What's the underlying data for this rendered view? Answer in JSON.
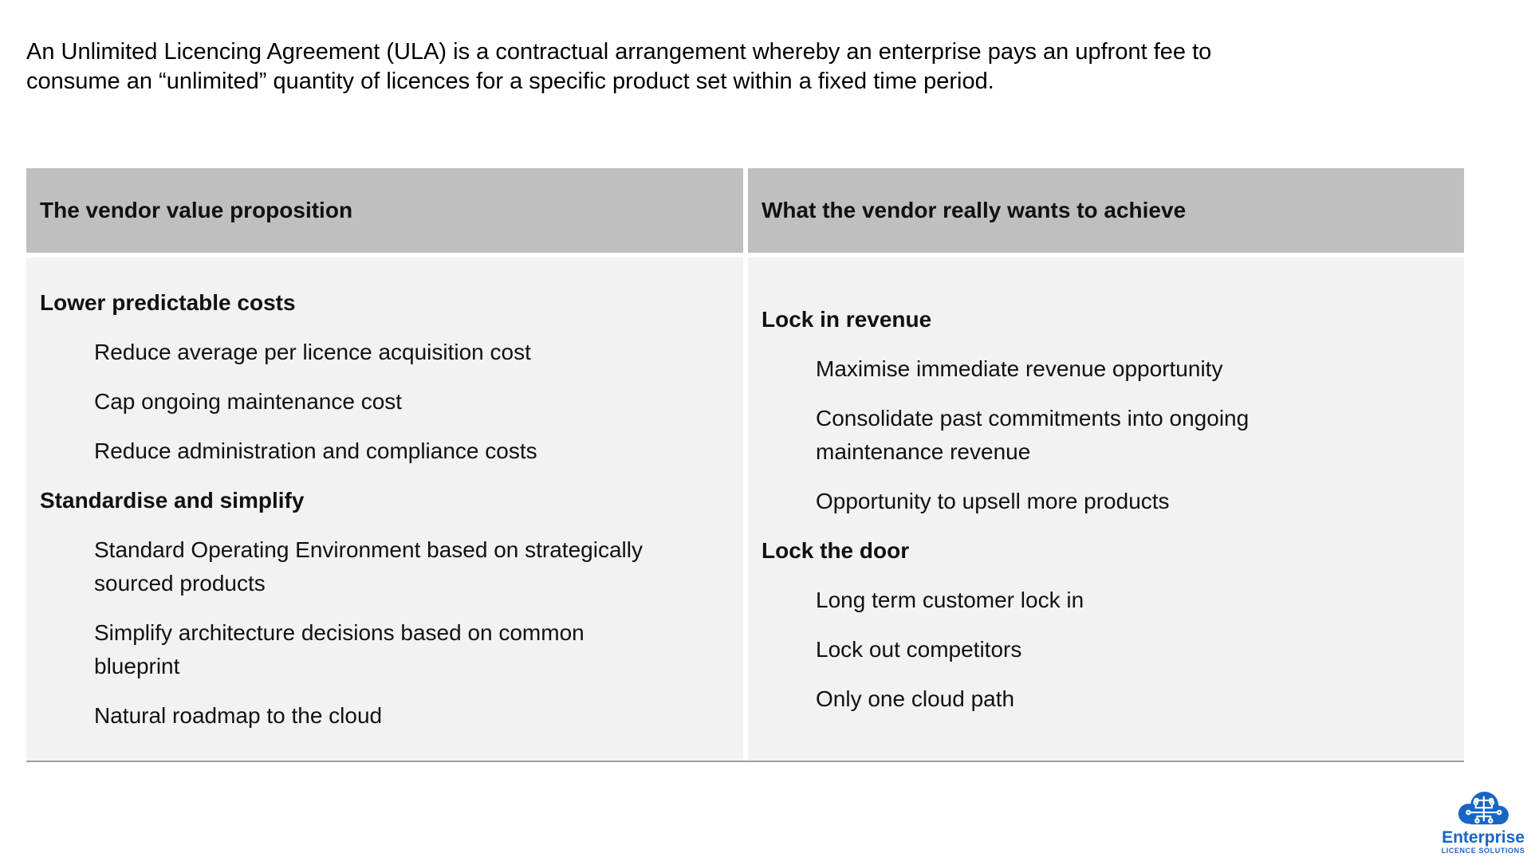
{
  "intro": {
    "line1": "An Unlimited Licencing Agreement (ULA) is a contractual arrangement whereby an enterprise pays an upfront fee to",
    "line2": "consume an “unlimited” quantity of licences for a specific product set within a fixed time period."
  },
  "table": {
    "columns": [
      {
        "header": "The vendor value proposition",
        "sections": [
          {
            "heading": "Lower predictable costs",
            "items": [
              "Reduce average per licence acquisition cost",
              "Cap ongoing maintenance cost",
              "Reduce administration and compliance costs"
            ]
          },
          {
            "heading": "Standardise and simplify",
            "items": [
              "Standard Operating Environment based on strategically sourced products",
              "Simplify architecture decisions based on common blueprint",
              "Natural roadmap to the cloud"
            ]
          }
        ]
      },
      {
        "header": "What the vendor really wants to achieve",
        "sections": [
          {
            "heading": "Lock in revenue",
            "items": [
              "Maximise immediate revenue opportunity",
              "Consolidate past commitments into ongoing maintenance revenue",
              "Opportunity to upsell more products"
            ]
          },
          {
            "heading": "Lock the door",
            "items": [
              "Long term customer lock in",
              "Lock out competitors",
              "Only one cloud path"
            ]
          }
        ]
      }
    ]
  },
  "logo": {
    "name": "Enterprise",
    "tagline": "LICENCE SOLUTIONS"
  },
  "colors": {
    "header_bg": "#bfbfbf",
    "body_bg": "#f2f2f2",
    "table_border": "#9e9e9e",
    "logo_blue": "#1766c4"
  }
}
